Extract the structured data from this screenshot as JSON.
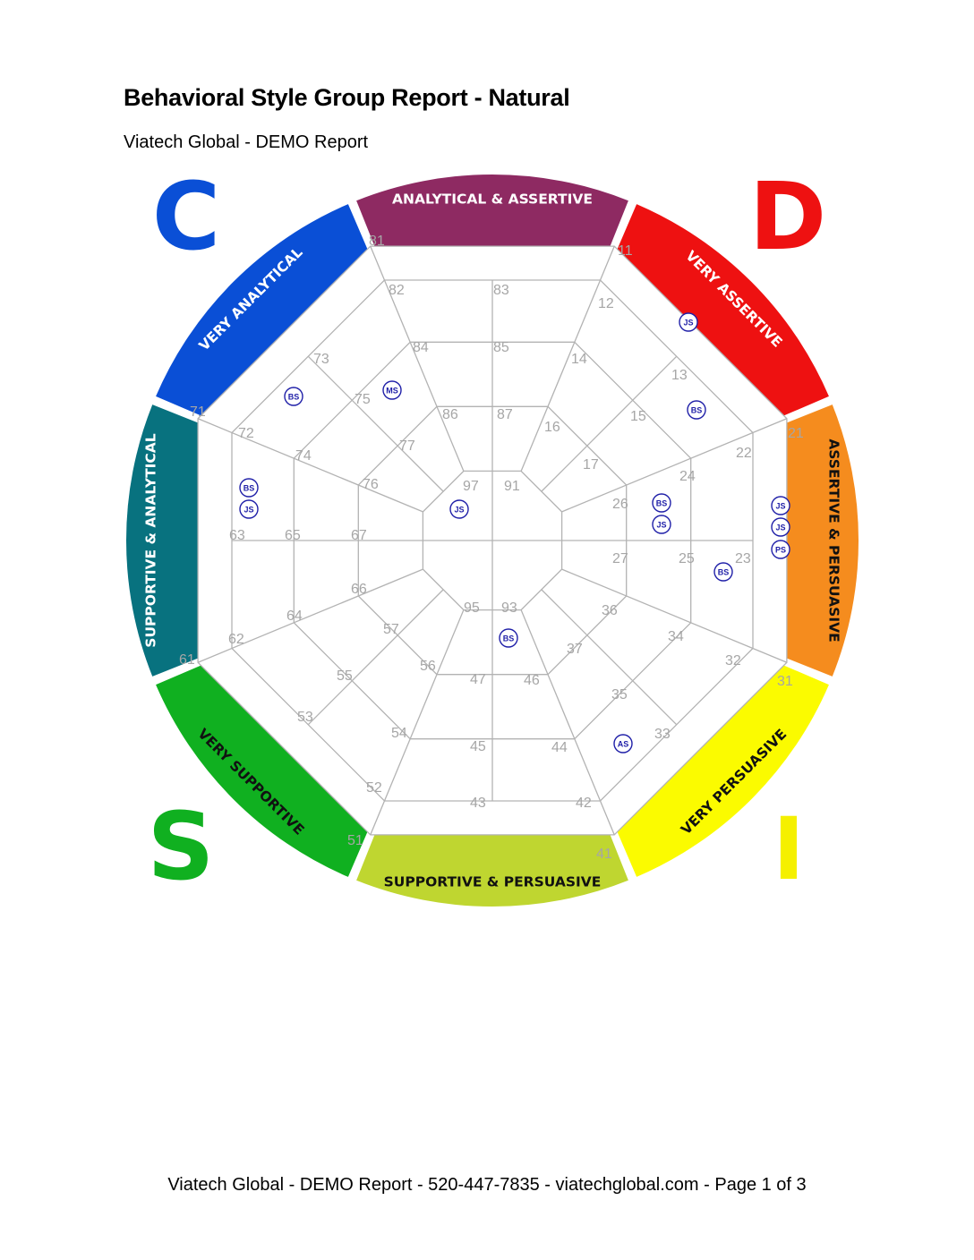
{
  "header": {
    "title": "Behavioral Style Group Report - Natural",
    "subtitle": "Viatech Global - DEMO Report"
  },
  "footer": {
    "text": "Viatech Global - DEMO Report - 520-447-7835 - viatechglobal.com - Page 1 of 3"
  },
  "quadrant_letters": [
    {
      "letter": "C",
      "color": "#0a4fd6"
    },
    {
      "letter": "D",
      "color": "#ee1111"
    },
    {
      "letter": "S",
      "color": "#10b020"
    },
    {
      "letter": "I",
      "color": "#f5f000"
    }
  ],
  "segments": [
    {
      "label": "ANALYTICAL & ASSERTIVE",
      "color": "#8e2a62",
      "text_color": "#ffffff"
    },
    {
      "label": "VERY ASSERTIVE",
      "color": "#ee1111",
      "text_color": "#ffffff"
    },
    {
      "label": "ASSERTIVE & PERSUASIVE",
      "color": "#f58c1e",
      "text_color": "#111111"
    },
    {
      "label": "VERY PERSUASIVE",
      "color": "#fbfb00",
      "text_color": "#111111"
    },
    {
      "label": "SUPPORTIVE & PERSUASIVE",
      "color": "#bfd630",
      "text_color": "#111111"
    },
    {
      "label": "VERY SUPPORTIVE",
      "color": "#10b020",
      "text_color": "#111111"
    },
    {
      "label": "SUPPORTIVE & ANALYTICAL",
      "color": "#08727f",
      "text_color": "#ffffff"
    },
    {
      "label": "VERY ANALYTICAL",
      "color": "#0a4fd6",
      "text_color": "#ffffff"
    }
  ],
  "cell_numbers": [
    "81",
    "82",
    "83",
    "84",
    "85",
    "86",
    "87",
    "97",
    "91",
    "11",
    "12",
    "14",
    "13",
    "16",
    "15",
    "17",
    "21",
    "22",
    "24",
    "26",
    "23",
    "25",
    "27",
    "31",
    "32",
    "34",
    "36",
    "33",
    "35",
    "37",
    "93",
    "46",
    "44",
    "42",
    "41",
    "45",
    "43",
    "47",
    "95",
    "51",
    "52",
    "54",
    "56",
    "53",
    "55",
    "57",
    "61",
    "62",
    "64",
    "66",
    "63",
    "65",
    "67",
    "71",
    "72",
    "74",
    "76",
    "73",
    "75",
    "77"
  ],
  "markers": [
    "JS",
    "BS",
    "MS",
    "BS",
    "JS",
    "BS",
    "JS",
    "BS",
    "JS",
    "JS",
    "JS",
    "PS",
    "BS",
    "BS",
    "AS"
  ]
}
